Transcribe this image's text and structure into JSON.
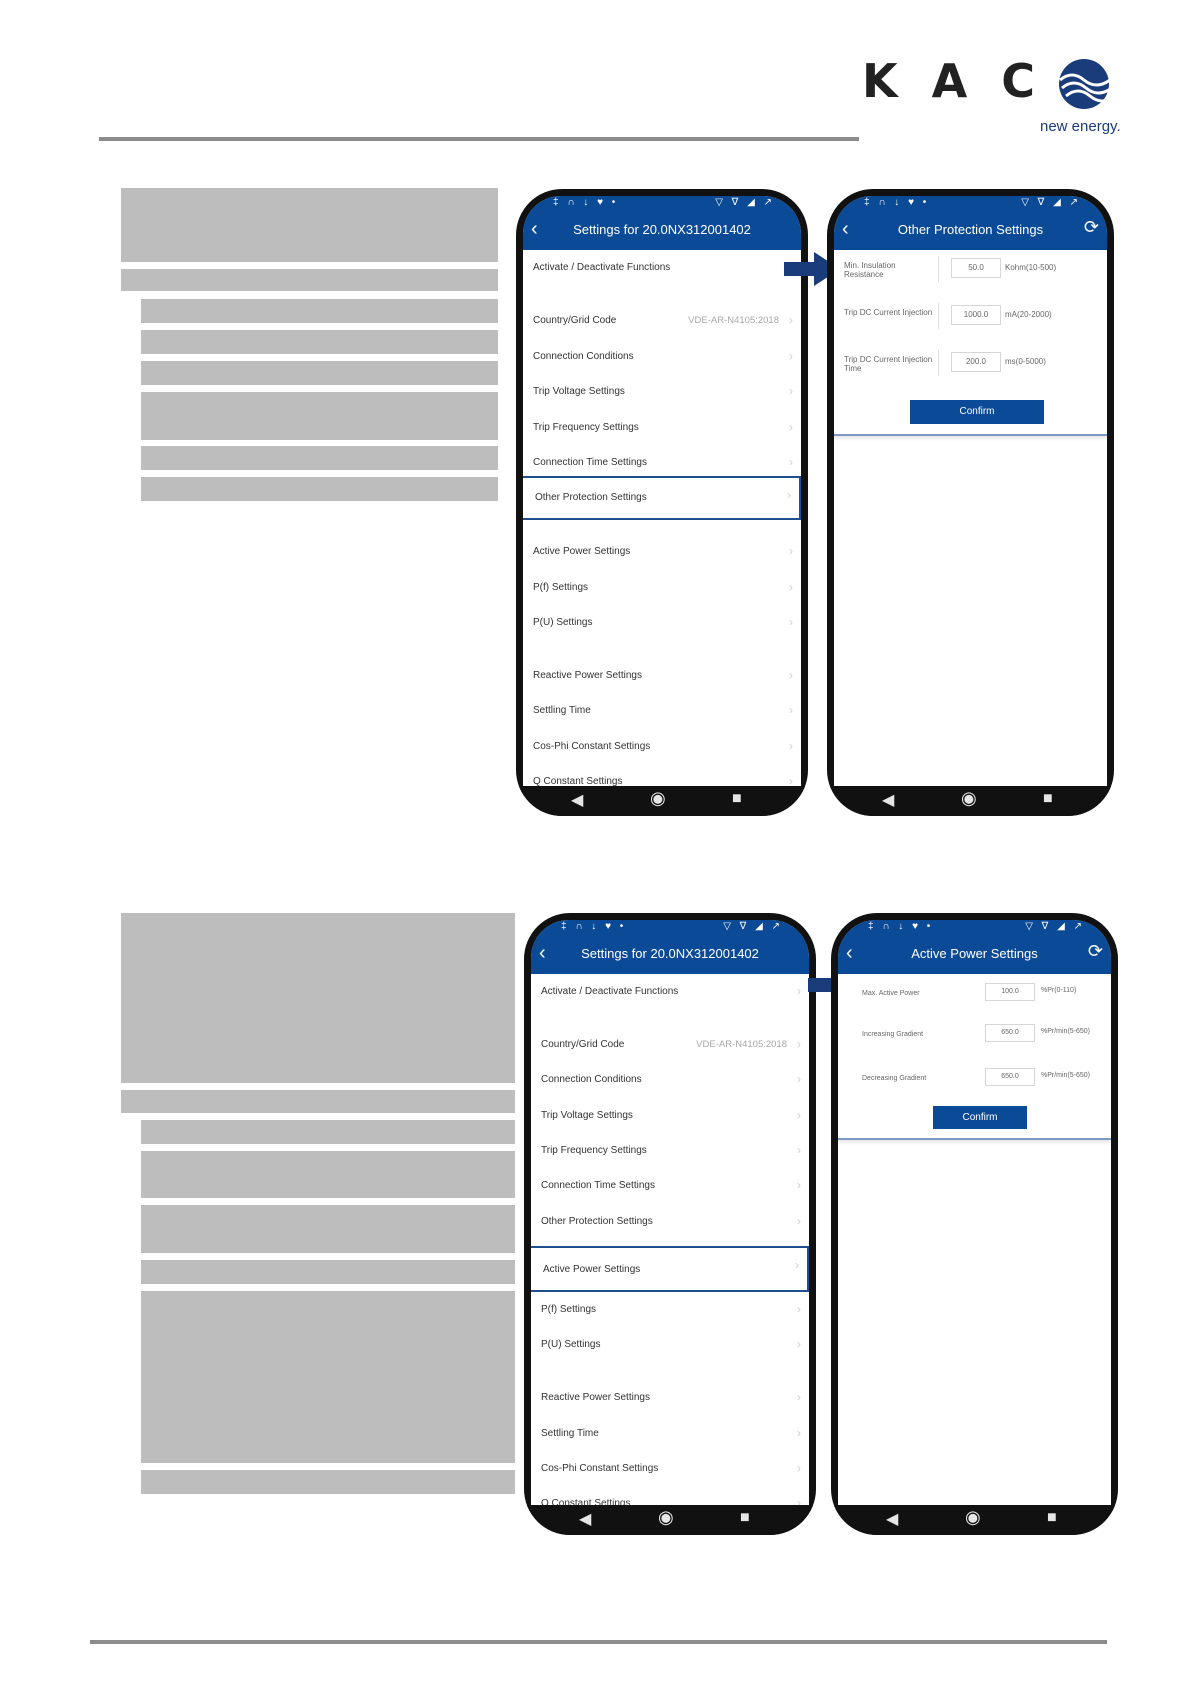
{
  "brand": {
    "name": "KACO",
    "tagline": "new energy",
    "colors": {
      "primary": "#0b4a96",
      "text": "#222222"
    }
  },
  "status_bar": {
    "left": "‡ ∩ ↓ ♥ •",
    "right": "▽ ∇ ◢ ↗"
  },
  "settings_title": "Settings for 20.0NX312001402",
  "menu_items": [
    {
      "label": "Activate / Deactivate Functions",
      "value": ""
    },
    {
      "label": "Country/Grid Code",
      "value": "VDE-AR-N4105:2018"
    },
    {
      "label": "Connection Conditions",
      "value": ""
    },
    {
      "label": "Trip Voltage Settings",
      "value": ""
    },
    {
      "label": "Trip Frequency Settings",
      "value": ""
    },
    {
      "label": "Connection Time Settings",
      "value": ""
    },
    {
      "label": "Other Protection Settings",
      "value": ""
    },
    {
      "label": "Active Power Settings",
      "value": ""
    },
    {
      "label": "P(f) Settings",
      "value": ""
    },
    {
      "label": "P(U) Settings",
      "value": ""
    },
    {
      "label": "Reactive Power Settings",
      "value": ""
    },
    {
      "label": "Settling Time",
      "value": ""
    },
    {
      "label": "Cos-Phi Constant Settings",
      "value": ""
    },
    {
      "label": "Q Constant Settings",
      "value": ""
    }
  ],
  "other_protection": {
    "title": "Other Protection Settings",
    "rows": [
      {
        "label": "Min. Insulation Resistance",
        "value": "50.0",
        "unit": "Kohm(10-500)"
      },
      {
        "label": "Trip DC Current Injection",
        "value": "1000.0",
        "unit": "mA(20-2000)"
      },
      {
        "label": "Trip DC Current Injection Time",
        "value": "200.0",
        "unit": "ms(0-5000)"
      }
    ],
    "confirm": "Confirm"
  },
  "active_power": {
    "title": "Active Power Settings",
    "rows": [
      {
        "label": "Max. Active Power",
        "value": "100.0",
        "unit": "%Pr(0-110)"
      },
      {
        "label": "Increasing Gradient",
        "value": "650.0",
        "unit": "%Pr/min(5-650)"
      },
      {
        "label": "Decreasing Gradient",
        "value": "650.0",
        "unit": "%Pr/min(5-650)"
      }
    ],
    "confirm": "Confirm"
  },
  "nav_icons": [
    "back-triangle-icon",
    "home-circle-icon",
    "recents-square-icon"
  ]
}
